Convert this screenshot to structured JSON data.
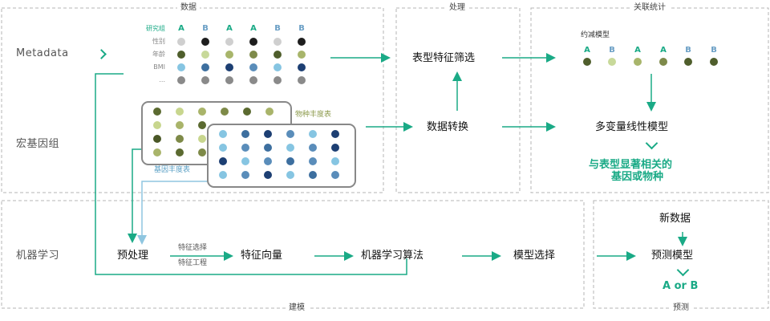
{
  "panels": {
    "data": "数据",
    "processing": "处理",
    "correlation": "关联统计",
    "modeling": "建模",
    "prediction": "预测"
  },
  "rows": {
    "metadata": "Metadata",
    "metagenome": "宏基因组",
    "ml": "机器学习"
  },
  "metadata_table": {
    "row_keys": [
      "研究组",
      "性别",
      "年龄",
      "BMI",
      "..."
    ],
    "groups": [
      "A",
      "B",
      "A",
      "A",
      "B",
      "B"
    ]
  },
  "cards": {
    "species": "物种丰度表",
    "genes": "基因丰度表"
  },
  "nodes": {
    "phenotype_filter": "表型特征筛选",
    "data_transform": "数据转换",
    "multivar_model": "多变量线性模型",
    "result_line1": "与表型显著相关的",
    "result_line2": "基因或物种",
    "reduced_model_label": "约减模型",
    "preprocess": "预处理",
    "feature_select": "特征选择",
    "feature_engineering": "特征工程",
    "feature_vector": "特征向量",
    "ml_algorithm": "机器学习算法",
    "model_select": "模型选择",
    "new_data": "新数据",
    "predict_model": "预测模型",
    "prediction_output": "A or B"
  },
  "reduced_groups": [
    "A",
    "B",
    "A",
    "A",
    "B",
    "B"
  ],
  "colors": {
    "accent": "#1aaa86",
    "group_A": "#1aaa86",
    "group_B": "#6a9fc5",
    "dash_border": "#b5b5b5",
    "blue_line": "#8fc6e0"
  },
  "icons": {
    "metadata_arrow": "chevron-right-icon"
  }
}
